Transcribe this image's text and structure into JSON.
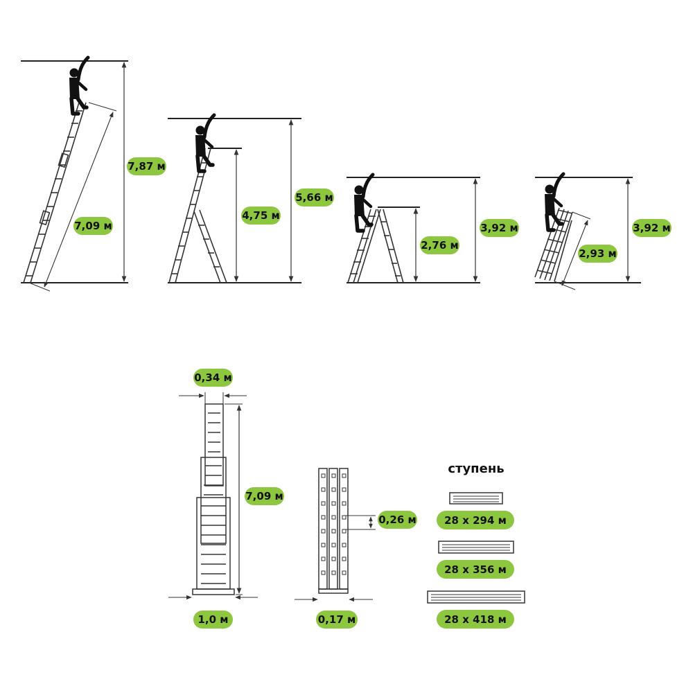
{
  "colors": {
    "accent": "#8dc63f",
    "ink": "#111111",
    "line": "#333333"
  },
  "configs": [
    {
      "height_label": "7,87 м",
      "length_label": "7,09 м"
    },
    {
      "height_label": "5,66 м",
      "platform_label": "4,75 м"
    },
    {
      "height_label": "3,92 м",
      "platform_label": "2,76 м"
    },
    {
      "height_label": "3,92 м",
      "length_label": "2,93 м"
    }
  ],
  "dimensions": {
    "top_width": "0,34 м",
    "length": "7,09 м",
    "base_width": "1,0 м",
    "rung_spacing": "0,26 м",
    "profile_width": "0,17 м"
  },
  "step": {
    "title": "ступень",
    "sizes": [
      "28 x 294 м",
      "28 x 356 м",
      "28 x 418 м"
    ]
  }
}
